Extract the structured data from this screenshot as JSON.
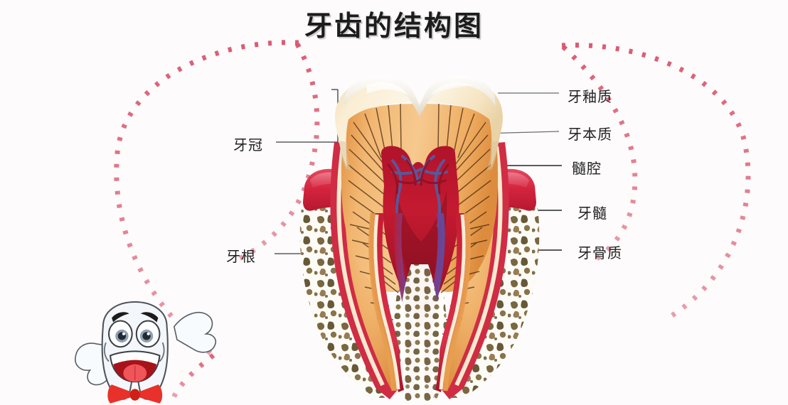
{
  "page": {
    "title": "牙齿的结构图",
    "background_color": "#fdfbfc",
    "title_color": "#1c1c1c"
  },
  "diagram": {
    "subject": "tooth-cross-section",
    "colors": {
      "enamel": "#f6e6c8",
      "enamel_highlight": "#fdfaf2",
      "dentin": "#eda75a",
      "dentin_light": "#f3c183",
      "pulp_red": "#c0152c",
      "pulp_dark": "#8e0f22",
      "vein_blue": "#4a6fb5",
      "gum_red": "#d62b43",
      "gum_light": "#e8566b",
      "bone_speck": "#6d5a33",
      "dot_pink": "#e0697a",
      "leader_line": "#3a3a3a"
    }
  },
  "labels": {
    "right": [
      {
        "text": "牙釉质",
        "meaning": "enamel"
      },
      {
        "text": "牙本质",
        "meaning": "dentin"
      },
      {
        "text": "髓腔",
        "meaning": "pulp-cavity"
      },
      {
        "text": "牙髓",
        "meaning": "dental-pulp"
      },
      {
        "text": "牙骨质",
        "meaning": "cementum"
      }
    ],
    "left": [
      {
        "text": "牙冠",
        "meaning": "crown"
      },
      {
        "text": "牙根",
        "meaning": "root"
      }
    ]
  },
  "mascot": {
    "name": "cartoon-tooth-mascot",
    "bowtie_color": "#e8312a",
    "body_color": "#f4f7fa",
    "expression": "smiling"
  }
}
